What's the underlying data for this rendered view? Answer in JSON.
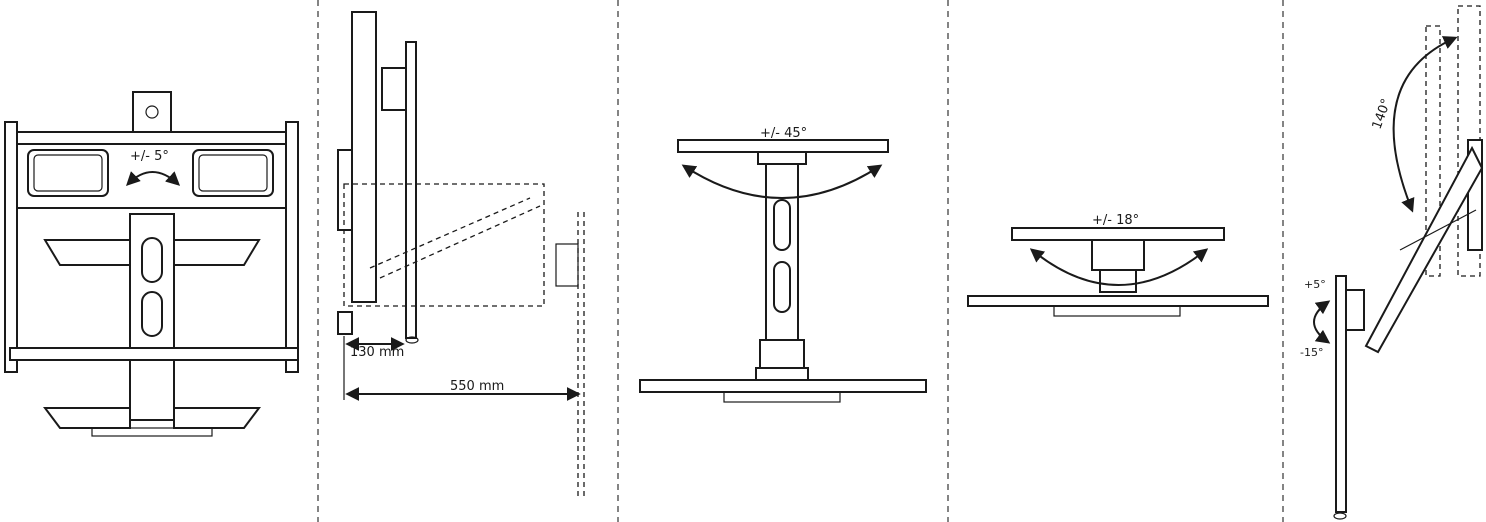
{
  "panels": [
    {
      "id": "front",
      "label": "+/- 5°"
    },
    {
      "id": "extension",
      "label_a": "130 mm",
      "label_b": "550 mm"
    },
    {
      "id": "swivel-ceiling",
      "label": "+/- 45°"
    },
    {
      "id": "swivel-plate",
      "label": "+/- 18°"
    },
    {
      "id": "fold",
      "label_arc": "140°",
      "label_up": "+5°",
      "label_down": "-15°"
    }
  ],
  "colors": {
    "line": "#1a1a1a",
    "background": "#ffffff"
  },
  "icons": [
    "double-arrow-icon",
    "curved-arrow-icon"
  ]
}
